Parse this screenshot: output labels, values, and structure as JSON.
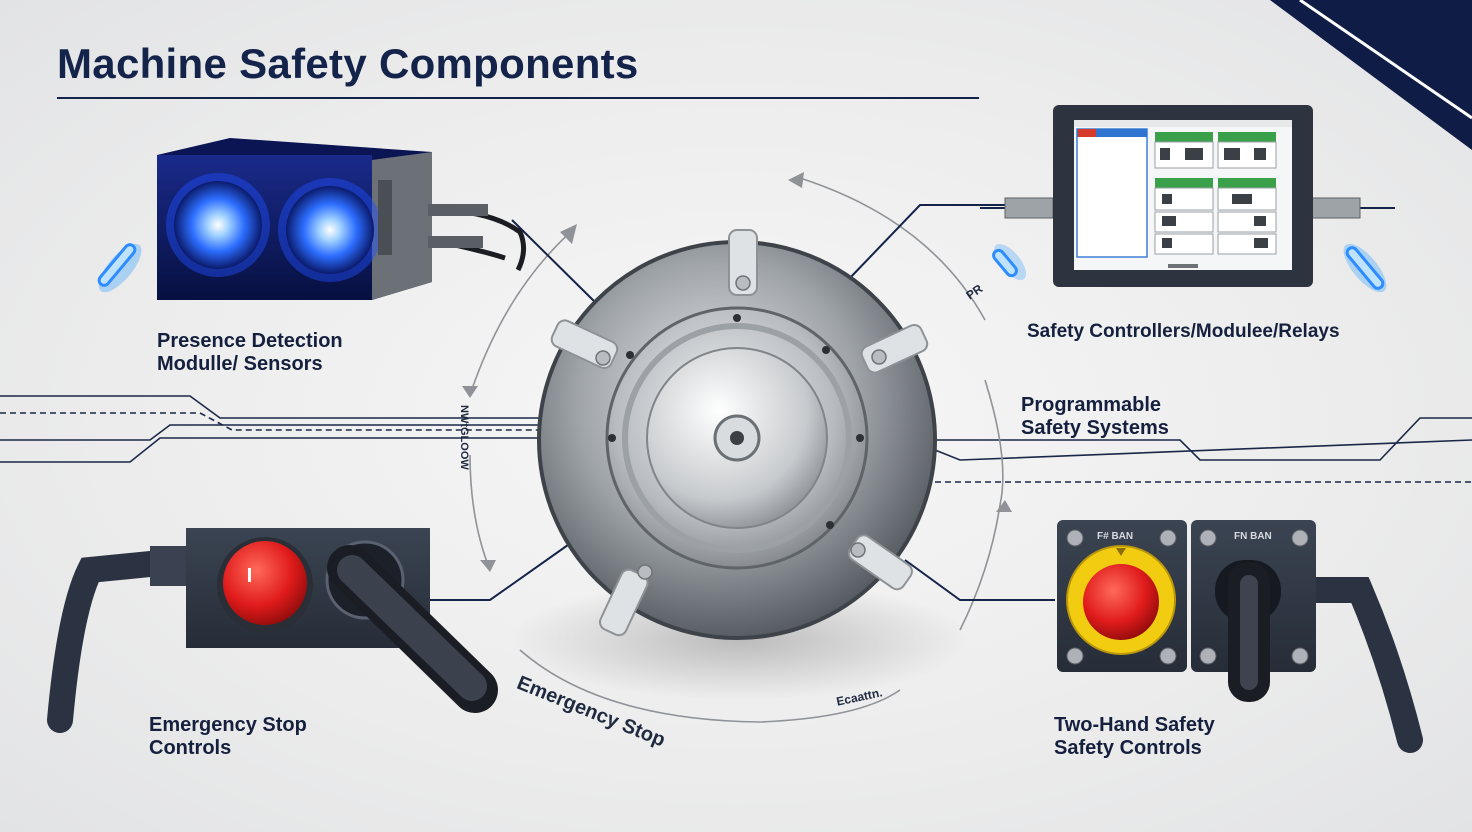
{
  "title": "Machine Safety Components",
  "components": {
    "presence": {
      "line1": "Presence Detection",
      "line2": "Modulle/ Sensors"
    },
    "controllers": {
      "line1": "Safety Controllers/Modulee/Relays"
    },
    "programmable": {
      "line1": "Programmable",
      "line2": "Safety Systems"
    },
    "estop": {
      "line1": "Emergency Stop",
      "line2": "Controls"
    },
    "twohand": {
      "line1": "Two-Hand Safety",
      "line2": "Safety Controls"
    }
  },
  "curved_labels": {
    "estop_arc": "Emergency Stop",
    "small_bottom": "Ecaattn.",
    "vertical_left": "NWtGLOOW",
    "small_right": "PR"
  },
  "panel_text": {
    "left_label": "F# BAN",
    "right_label": "FN BAN"
  },
  "colors": {
    "navy": "#14234a",
    "glow_blue": "#2f8cff",
    "stop_red": "#e01b1b",
    "ring_yellow": "#f2cc10"
  }
}
